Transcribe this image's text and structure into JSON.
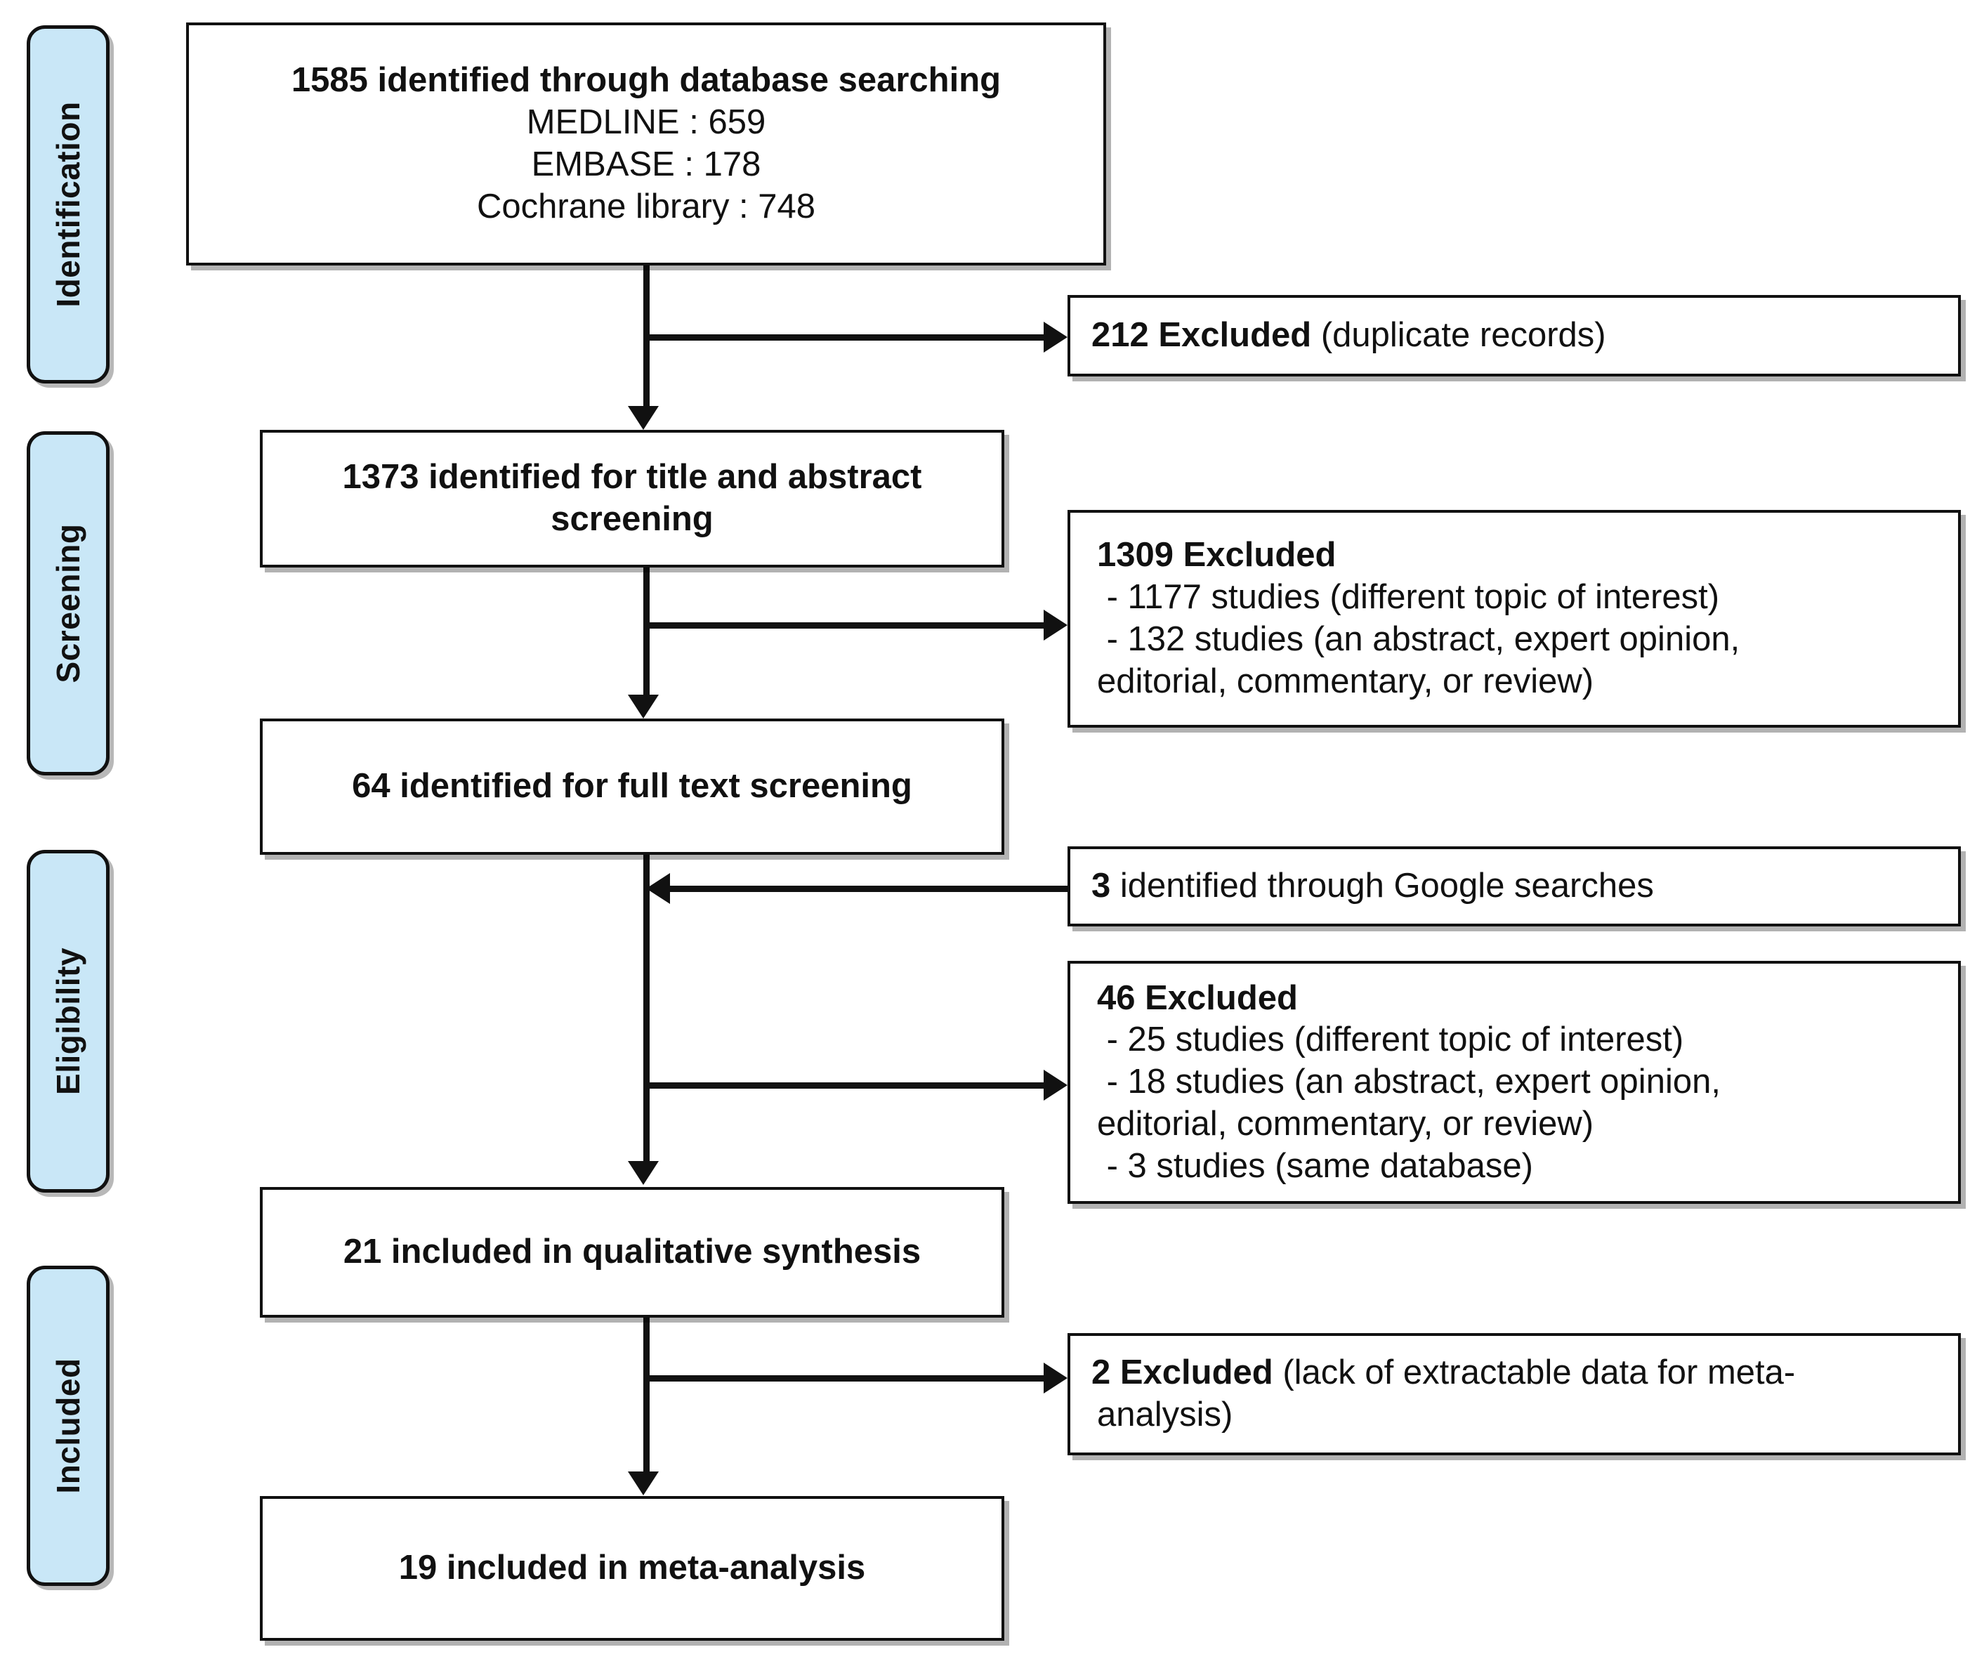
{
  "diagram": {
    "type": "prisma-flow-diagram",
    "stages": [
      {
        "id": "identification",
        "label": "Identification"
      },
      {
        "id": "screening",
        "label": "Screening"
      },
      {
        "id": "eligibility",
        "label": "Eligibility"
      },
      {
        "id": "included",
        "label": "Included"
      }
    ],
    "colors": {
      "stage_fill": "#c9e7f7",
      "stroke": "#111111",
      "box_fill": "#ffffff"
    },
    "boxes": {
      "identified_database": {
        "title": "1585 identified through database searching",
        "sources": [
          "MEDLINE : 659",
          "EMBASE : 178",
          "Cochrane library : 748"
        ]
      },
      "excluded_duplicates": {
        "strong": "212 Excluded",
        "rest": " (duplicate records)"
      },
      "title_abstract_screening": {
        "line1": "1373 identified for title and abstract",
        "line2": "screening"
      },
      "excluded_screening": {
        "heading": "1309 Excluded",
        "reasons": [
          " - 1177 studies (different topic of interest)",
          " - 132 studies (an abstract, expert opinion,",
          "editorial, commentary, or review)"
        ]
      },
      "full_text_screening": {
        "title": "64 identified for full text screening"
      },
      "google_searches": {
        "strong": "3",
        "rest": " identified through Google searches"
      },
      "excluded_eligibility": {
        "heading": "46 Excluded",
        "reasons": [
          " - 25 studies (different topic of interest)",
          " - 18 studies (an abstract, expert opinion,",
          "editorial, commentary, or review)",
          " - 3 studies (same database)"
        ]
      },
      "qualitative_synthesis": {
        "title": "21 included in qualitative synthesis"
      },
      "excluded_meta": {
        "strong": "2 Excluded",
        "rest": " (lack of extractable data for meta-",
        "line2": "analysis)"
      },
      "meta_analysis": {
        "title": "19 included in meta-analysis"
      }
    }
  }
}
